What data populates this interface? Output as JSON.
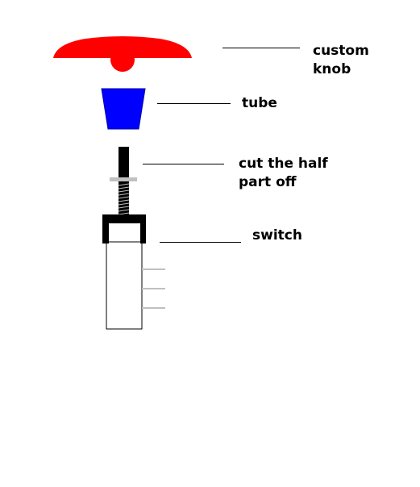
{
  "diagram": {
    "labels": {
      "knob": "custom\nknob",
      "tube": "tube",
      "shaft": "cut the half\npart off",
      "switch": "switch"
    },
    "colors": {
      "knob": "#ff0000",
      "tube": "#0000ff",
      "tube_outline": "#0000aa",
      "shaft": "#000000",
      "washer": "#c0c0c0",
      "switch_body": "#ffffff",
      "switch_outline": "#000000",
      "pins": "#c0c0c0",
      "leader_lines": "#000000"
    }
  }
}
